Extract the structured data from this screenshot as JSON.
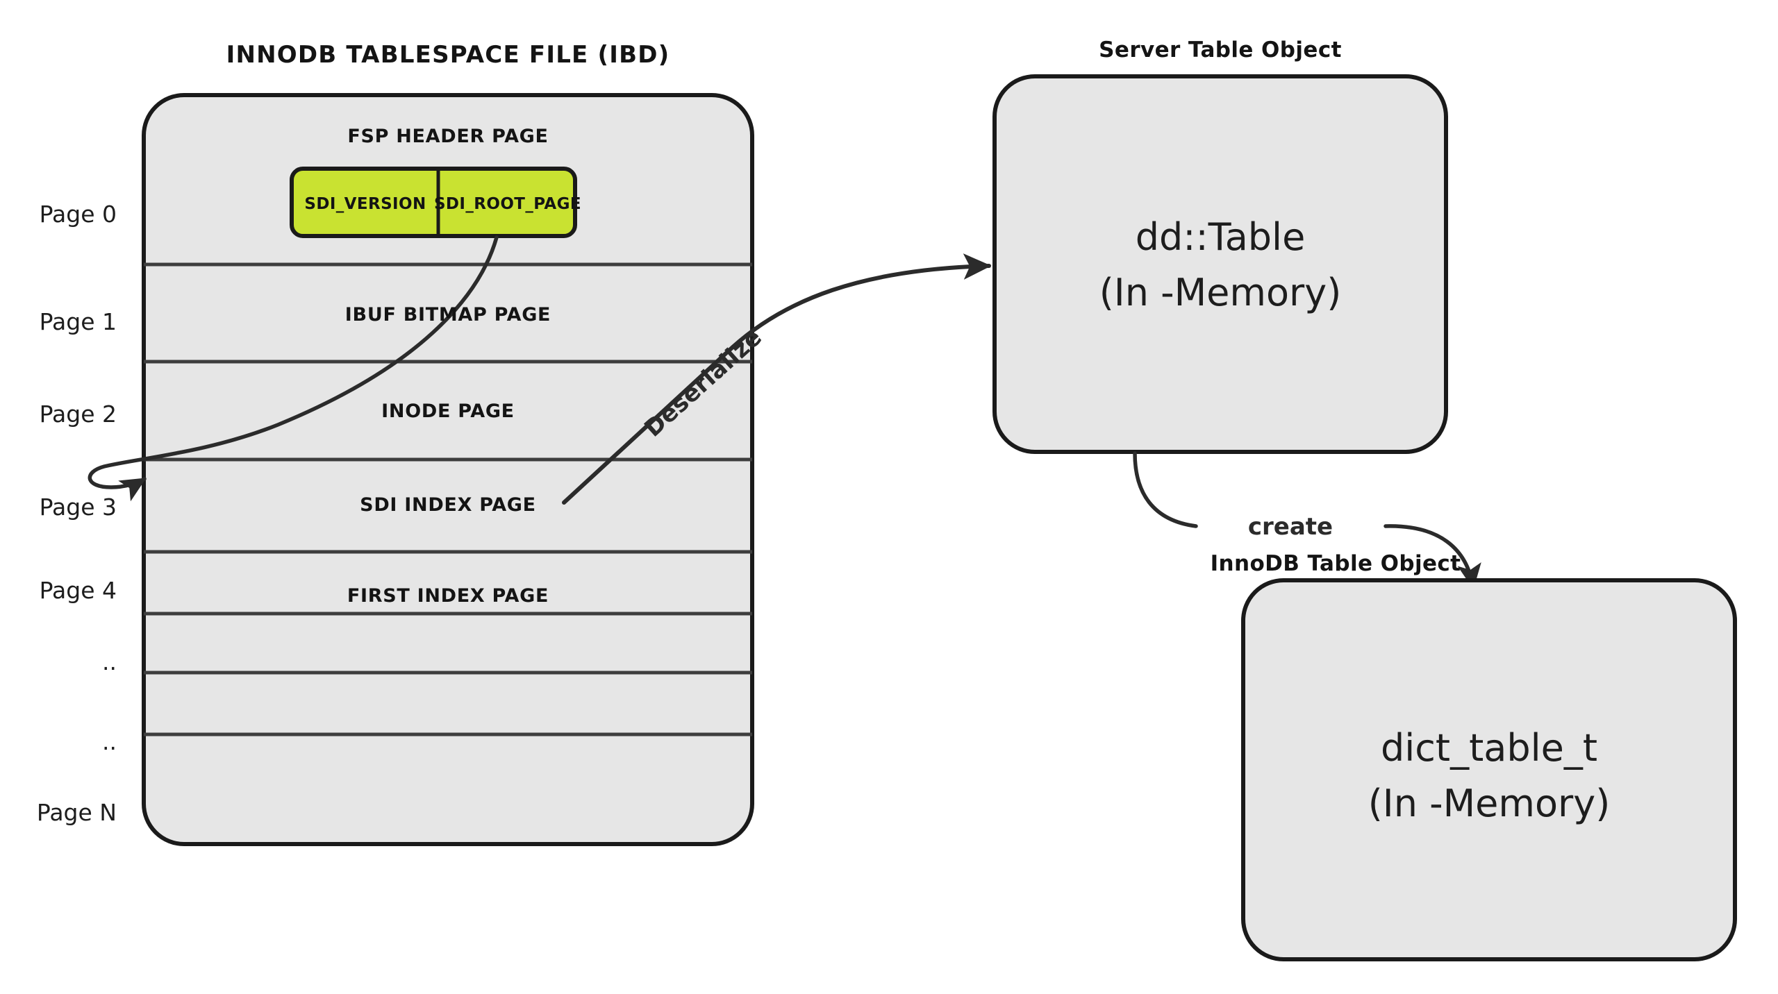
{
  "diagram": {
    "title_left": "INNODB  TABLESPACE FILE (IBD)",
    "title_server_object": "Server Table Object",
    "title_innodb_object": "InnoDB Table Object"
  },
  "tablespace": {
    "page_labels": [
      "Page 0",
      "Page 1",
      "Page 2",
      "Page 3",
      "Page 4",
      "..",
      "..",
      "Page N"
    ],
    "rows": [
      {
        "name": "FSP HEADER PAGE"
      },
      {
        "name": "IBUF BITMAP PAGE"
      },
      {
        "name": "INODE PAGE"
      },
      {
        "name": "SDI INDEX PAGE"
      },
      {
        "name": "FIRST INDEX PAGE"
      },
      {
        "name": ""
      },
      {
        "name": ""
      },
      {
        "name": ""
      }
    ],
    "fsp_fields": [
      {
        "label": "SDI_VERSION"
      },
      {
        "label": "SDI_ROOT_PAGE"
      }
    ]
  },
  "objects": {
    "server_table": {
      "line1": "dd::Table",
      "line2": "(In -Memory)"
    },
    "innodb_table": {
      "line1": "dict_table_t",
      "line2": "(In -Memory)"
    }
  },
  "edges": {
    "deserialize_label": "Deserialize",
    "create_label": "create"
  },
  "colors": {
    "box_fill": "#e6e6e6",
    "box_stroke": "#1a1a1a",
    "highlight_fill": "#c9e231",
    "edge_stroke": "#2b2b2b",
    "text": "#141414",
    "background": "#ffffff"
  }
}
